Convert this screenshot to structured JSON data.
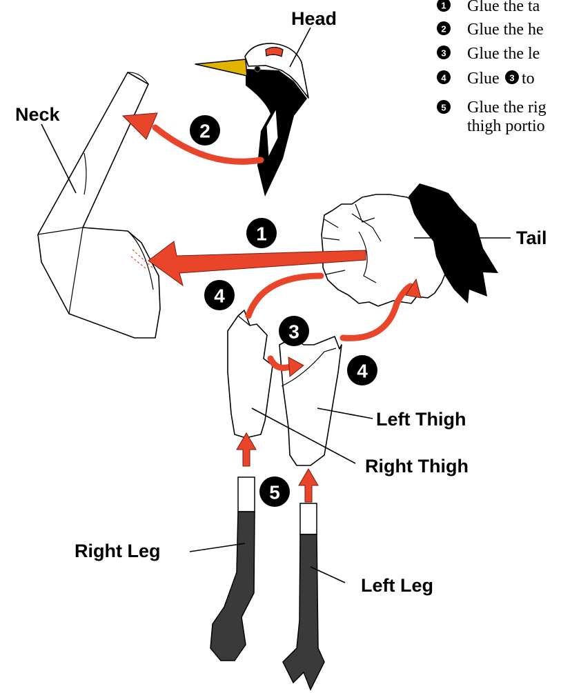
{
  "labels": {
    "head": "Head",
    "neck": "Neck",
    "tail": "Tail",
    "left_thigh": "Left Thigh",
    "right_thigh": "Right Thigh",
    "right_leg": "Right Leg",
    "left_leg": "Left Leg"
  },
  "steps": [
    {
      "marker": "1",
      "text": "Glue the ta"
    },
    {
      "marker": "2",
      "text": "Glue the he"
    },
    {
      "marker": "3",
      "text": "Glue the le"
    },
    {
      "marker": "4",
      "text": "Glue",
      "inline_ref": "3",
      "text_after": "to"
    },
    {
      "marker": "5",
      "text": "Glue the rig",
      "text_line2": "thigh portio"
    }
  ],
  "badges": {
    "b1": "1",
    "b2": "2",
    "b3": "3",
    "b4a": "4",
    "b4b": "4",
    "b5": "5"
  },
  "colors": {
    "arrow_red": "#e8452a",
    "beak_yellow": "#e0b400",
    "crown_red": "#e8452a",
    "leg_dark": "#3a3a3a"
  }
}
